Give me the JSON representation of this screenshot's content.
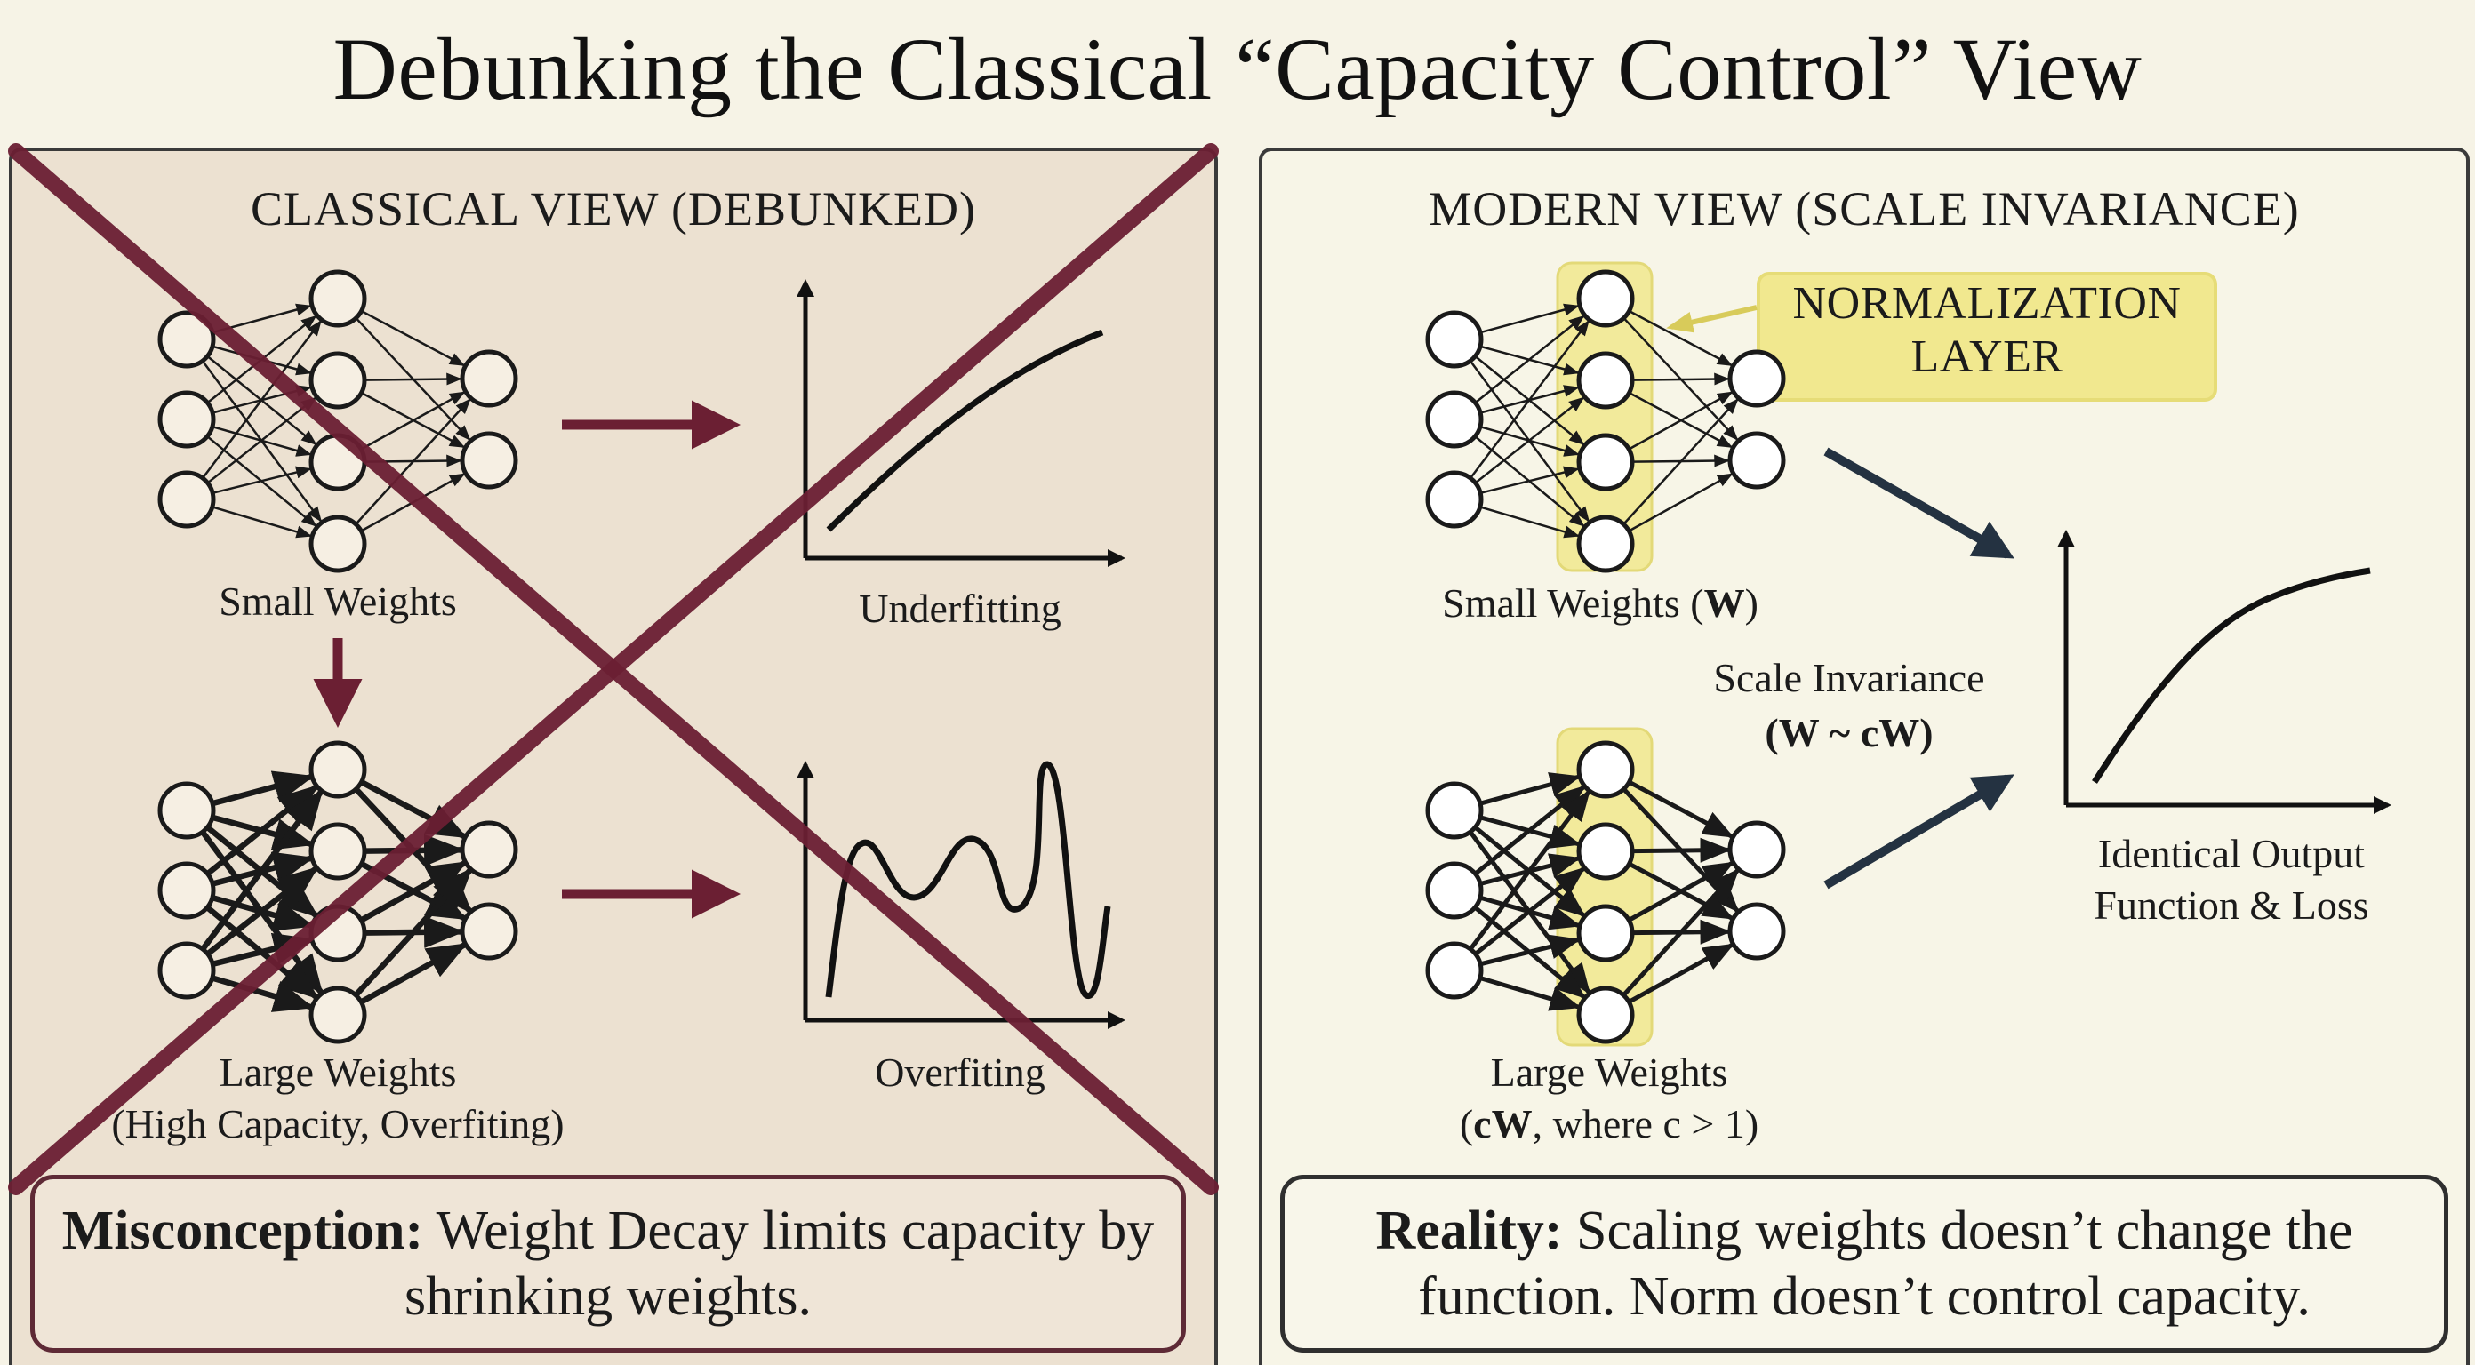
{
  "title": "Debunking the Classical “Capacity Control” View",
  "colors": {
    "background": "#f6f3e6",
    "left_panel": "#ece1d1",
    "right_panel": "#f7f5e7",
    "debunk_red": "#6b1f33",
    "highlight_yellow": "#f1e88f",
    "ink": "#1b1b1b"
  },
  "left_panel": {
    "heading": "CLASSICAL VIEW (DEBUNKED)",
    "small_weights_label": "Small Weights",
    "large_weights_label": "Large Weights",
    "large_weights_sublabel": "(High Capacity, Overfiting)",
    "underfitting_label": "Underfitting",
    "overfitting_label": "Overfiting",
    "box_bold": "Misconception:",
    "box_text": " Weight Decay limits capacity by shrinking weights."
  },
  "right_panel": {
    "heading": "MODERN VIEW (SCALE INVARIANCE)",
    "callout_line1": "NORMALIZATION",
    "callout_line2": "LAYER",
    "small_weights_label_text": "Small Weights (",
    "small_weights_label_bold": "W",
    "small_weights_label_end": ")",
    "scale_label_line1": "Scale Invariance",
    "scale_label_line2": "(W ~ cW)",
    "large_weights_label": "Large Weights",
    "large_weights_sub_bold": "cW",
    "large_weights_sub_text": ", where c > 1)",
    "large_weights_sub_open": "(",
    "output_label_line1": "Identical Output",
    "output_label_line2": "Function & Loss",
    "box_bold": "Reality:",
    "box_text": " Scaling weights doesn’t change the function. Norm doesn’t control capacity."
  }
}
